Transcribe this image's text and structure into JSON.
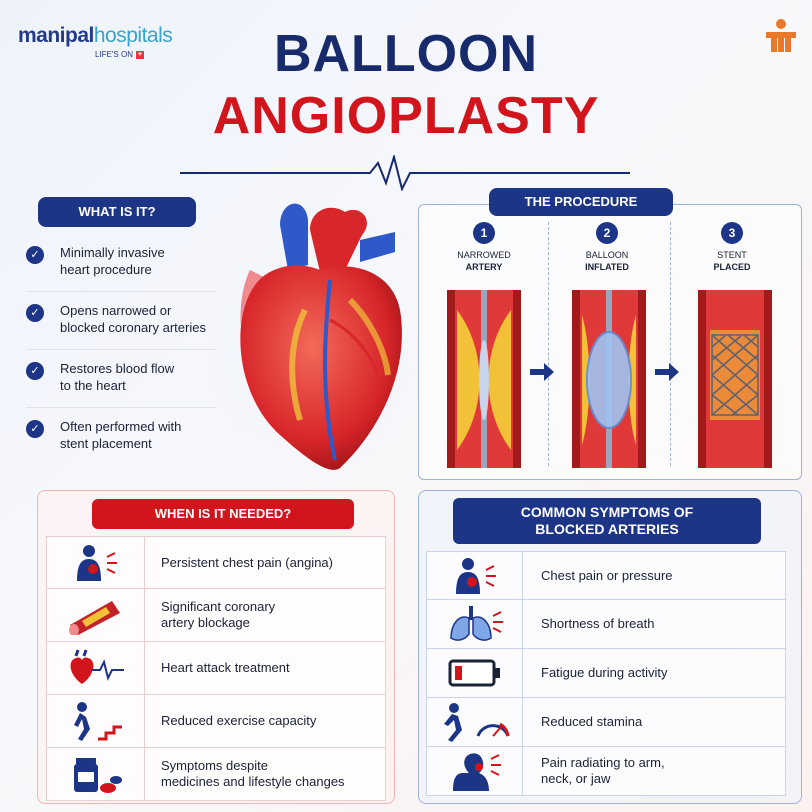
{
  "brand": {
    "name_part1": "manipal",
    "name_part2": "hospitals",
    "tagline": "LIFE'S ON",
    "tagline_mark": "+"
  },
  "title": {
    "line1": "BALLOON",
    "line2": "ANGIOPLASTY"
  },
  "what_is_it": {
    "heading": "WHAT IS IT?",
    "items": [
      {
        "line1": "Minimally invasive",
        "line2": "heart procedure"
      },
      {
        "line1": "Opens narrowed or",
        "line2": "blocked coronary arteries"
      },
      {
        "line1": "Restores blood flow",
        "line2": "to the heart"
      },
      {
        "line1": "Often performed with",
        "line2": "stent placement"
      }
    ]
  },
  "procedure": {
    "heading": "THE PROCEDURE",
    "steps": [
      {
        "num": "1",
        "line1": "NARROWED",
        "line2": "ARTERY"
      },
      {
        "num": "2",
        "line1": "BALLOON",
        "line2": "INFLATED"
      },
      {
        "num": "3",
        "line1": "STENT",
        "line2": "PLACED"
      }
    ]
  },
  "when_needed": {
    "heading": "WHEN IS IT NEEDED?",
    "rows": [
      {
        "icon": "chest-pain-icon",
        "line1": "Persistent chest pain (angina)",
        "line2": ""
      },
      {
        "icon": "blocked-artery-icon",
        "line1": "Significant coronary",
        "line2": "artery blockage"
      },
      {
        "icon": "heart-ecg-icon",
        "line1": "Heart attack treatment",
        "line2": ""
      },
      {
        "icon": "walking-stairs-icon",
        "line1": "Reduced exercise capacity",
        "line2": ""
      },
      {
        "icon": "medicine-icon",
        "line1": "Symptoms despite",
        "line2": "medicines and lifestyle changes"
      }
    ]
  },
  "symptoms": {
    "heading_line1": "COMMON SYMPTOMS OF",
    "heading_line2": "BLOCKED ARTERIES",
    "rows": [
      {
        "icon": "chest-pain-icon",
        "line1": "Chest pain or pressure",
        "line2": ""
      },
      {
        "icon": "lungs-icon",
        "line1": "Shortness of breath",
        "line2": ""
      },
      {
        "icon": "low-battery-icon",
        "line1": "Fatigue during activity",
        "line2": ""
      },
      {
        "icon": "runner-gauge-icon",
        "line1": "Reduced stamina",
        "line2": ""
      },
      {
        "icon": "jaw-pain-icon",
        "line1": "Pain radiating to arm,",
        "line2": "neck, or jaw"
      }
    ]
  },
  "colors": {
    "navy": "#1c3587",
    "red": "#d2141c",
    "title_navy": "#172a6b"
  }
}
